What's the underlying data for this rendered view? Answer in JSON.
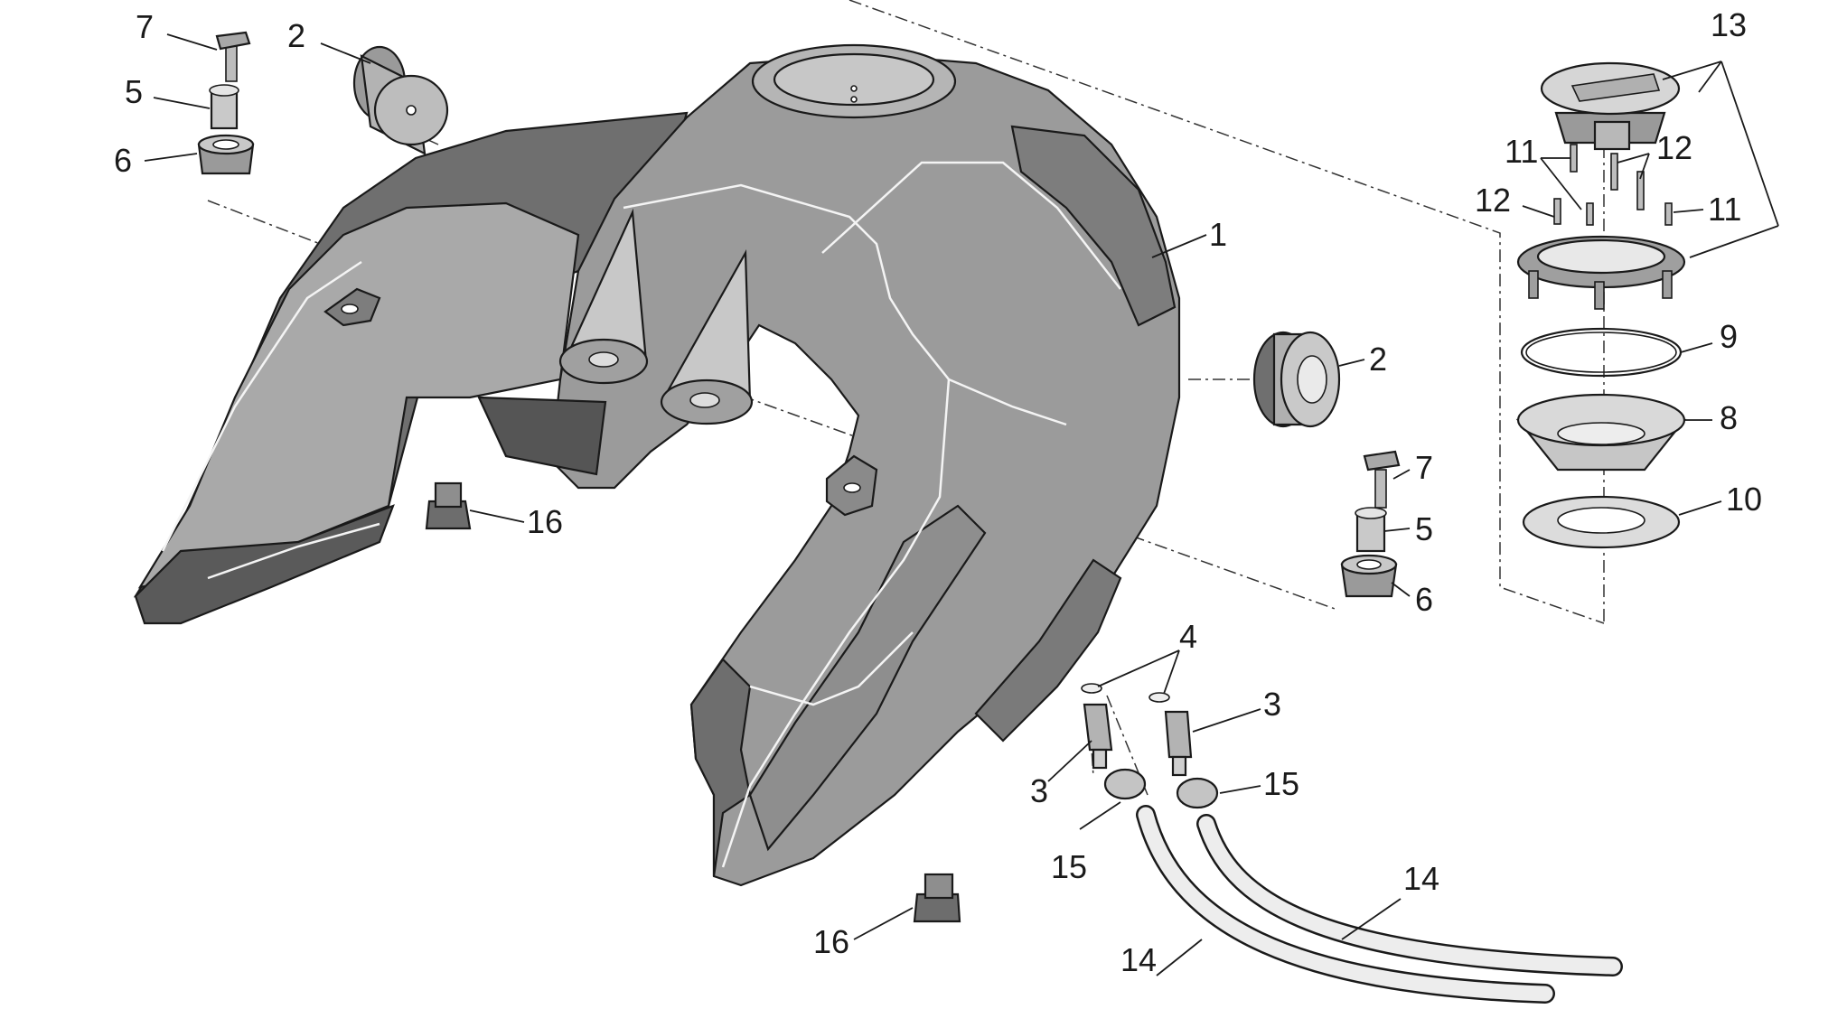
{
  "callouts": [
    {
      "id": "c7a",
      "text": "7"
    },
    {
      "id": "c2a",
      "text": "2"
    },
    {
      "id": "c5a",
      "text": "5"
    },
    {
      "id": "c6a",
      "text": "6"
    },
    {
      "id": "c1",
      "text": "1"
    },
    {
      "id": "c2b",
      "text": "2"
    },
    {
      "id": "c7b",
      "text": "7"
    },
    {
      "id": "c5b",
      "text": "5"
    },
    {
      "id": "c6b",
      "text": "6"
    },
    {
      "id": "c16a",
      "text": "16"
    },
    {
      "id": "c16b",
      "text": "16"
    },
    {
      "id": "c4",
      "text": "4"
    },
    {
      "id": "c3a",
      "text": "3"
    },
    {
      "id": "c3b",
      "text": "3"
    },
    {
      "id": "c15a",
      "text": "15"
    },
    {
      "id": "c15b",
      "text": "15"
    },
    {
      "id": "c14a",
      "text": "14"
    },
    {
      "id": "c14b",
      "text": "14"
    },
    {
      "id": "c13",
      "text": "13"
    },
    {
      "id": "c11a",
      "text": "11"
    },
    {
      "id": "c12a",
      "text": "12"
    },
    {
      "id": "c12b",
      "text": "12"
    },
    {
      "id": "c11b",
      "text": "11"
    },
    {
      "id": "c9",
      "text": "9"
    },
    {
      "id": "c8",
      "text": "8"
    },
    {
      "id": "c10",
      "text": "10"
    }
  ]
}
